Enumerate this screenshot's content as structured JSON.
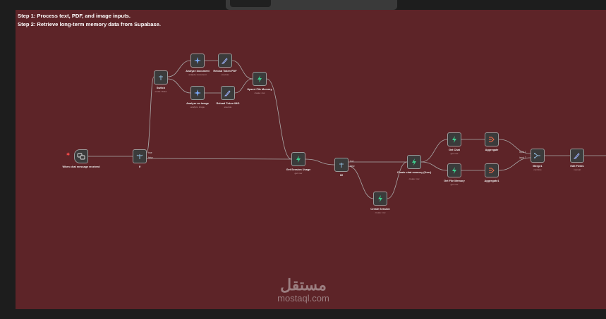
{
  "sticky": {
    "line1": "Step 1: Process text, PDF, and image inputs.",
    "line2": "Step 2: Retrieve long-term memory data from Supabase."
  },
  "nodes": {
    "chat_trigger": {
      "label": "When chat message received",
      "sub": ""
    },
    "if1": {
      "label": "If",
      "sub": ""
    },
    "switch": {
      "label": "Switch",
      "sub": "mode: Rules"
    },
    "analyze_document": {
      "label": "Analyze document",
      "sub": "analyze: document"
    },
    "reload_token_pdf": {
      "label": "Reload Token PDF",
      "sub": "execute"
    },
    "upsert_file_memory": {
      "label": "Upsert File Memory",
      "sub": "create: row"
    },
    "analyze_image": {
      "label": "Analyze an image",
      "sub": "analyze: image"
    },
    "reload_token_img": {
      "label": "Reload Token IMG",
      "sub": "execute"
    },
    "get_session_usage": {
      "label": "Get Session Usage",
      "sub": "get: row"
    },
    "if2": {
      "label": "If2",
      "sub": ""
    },
    "create_session": {
      "label": "Create Session",
      "sub": "create: row"
    },
    "create_chat_memory": {
      "label": "Create chat memory (User)",
      "sub": "create: row"
    },
    "get_chat": {
      "label": "Get Chat",
      "sub": "get: row"
    },
    "get_file_memory": {
      "label": "Get File Memory",
      "sub": "get: row"
    },
    "aggregate": {
      "label": "Aggregate",
      "sub": ""
    },
    "aggregate1": {
      "label": "Aggregate1",
      "sub": ""
    },
    "merge1": {
      "label": "Merge1",
      "sub": "combine"
    },
    "edit_fields": {
      "label": "Edit Fields",
      "sub": "manual"
    }
  },
  "ports": {
    "true": "true",
    "false": "false",
    "input1": "input 1",
    "input2": "input 2"
  },
  "watermark": {
    "arabic": "مستقل",
    "latin": "mostaql.com"
  },
  "colors": {
    "canvas": "#5d2428",
    "node_bg": "#3b3b3b",
    "ai_icon": "#7aa7f7",
    "db_icon": "#3ecf8e",
    "flow_icon": "#8fb8d8",
    "aggregate_icon": "#ff6b4a",
    "edit_icon": "#9fb3ff"
  },
  "icons": {
    "chat_trigger": "chat-bubbles-icon",
    "if": "sign-split-icon",
    "switch": "sign-split-icon",
    "ai": "sparkle-icon",
    "code": "pencil-icon",
    "supabase": "lightning-icon",
    "aggregate": "aggregate-icon",
    "merge": "merge-icon",
    "edit": "pencil-icon"
  }
}
